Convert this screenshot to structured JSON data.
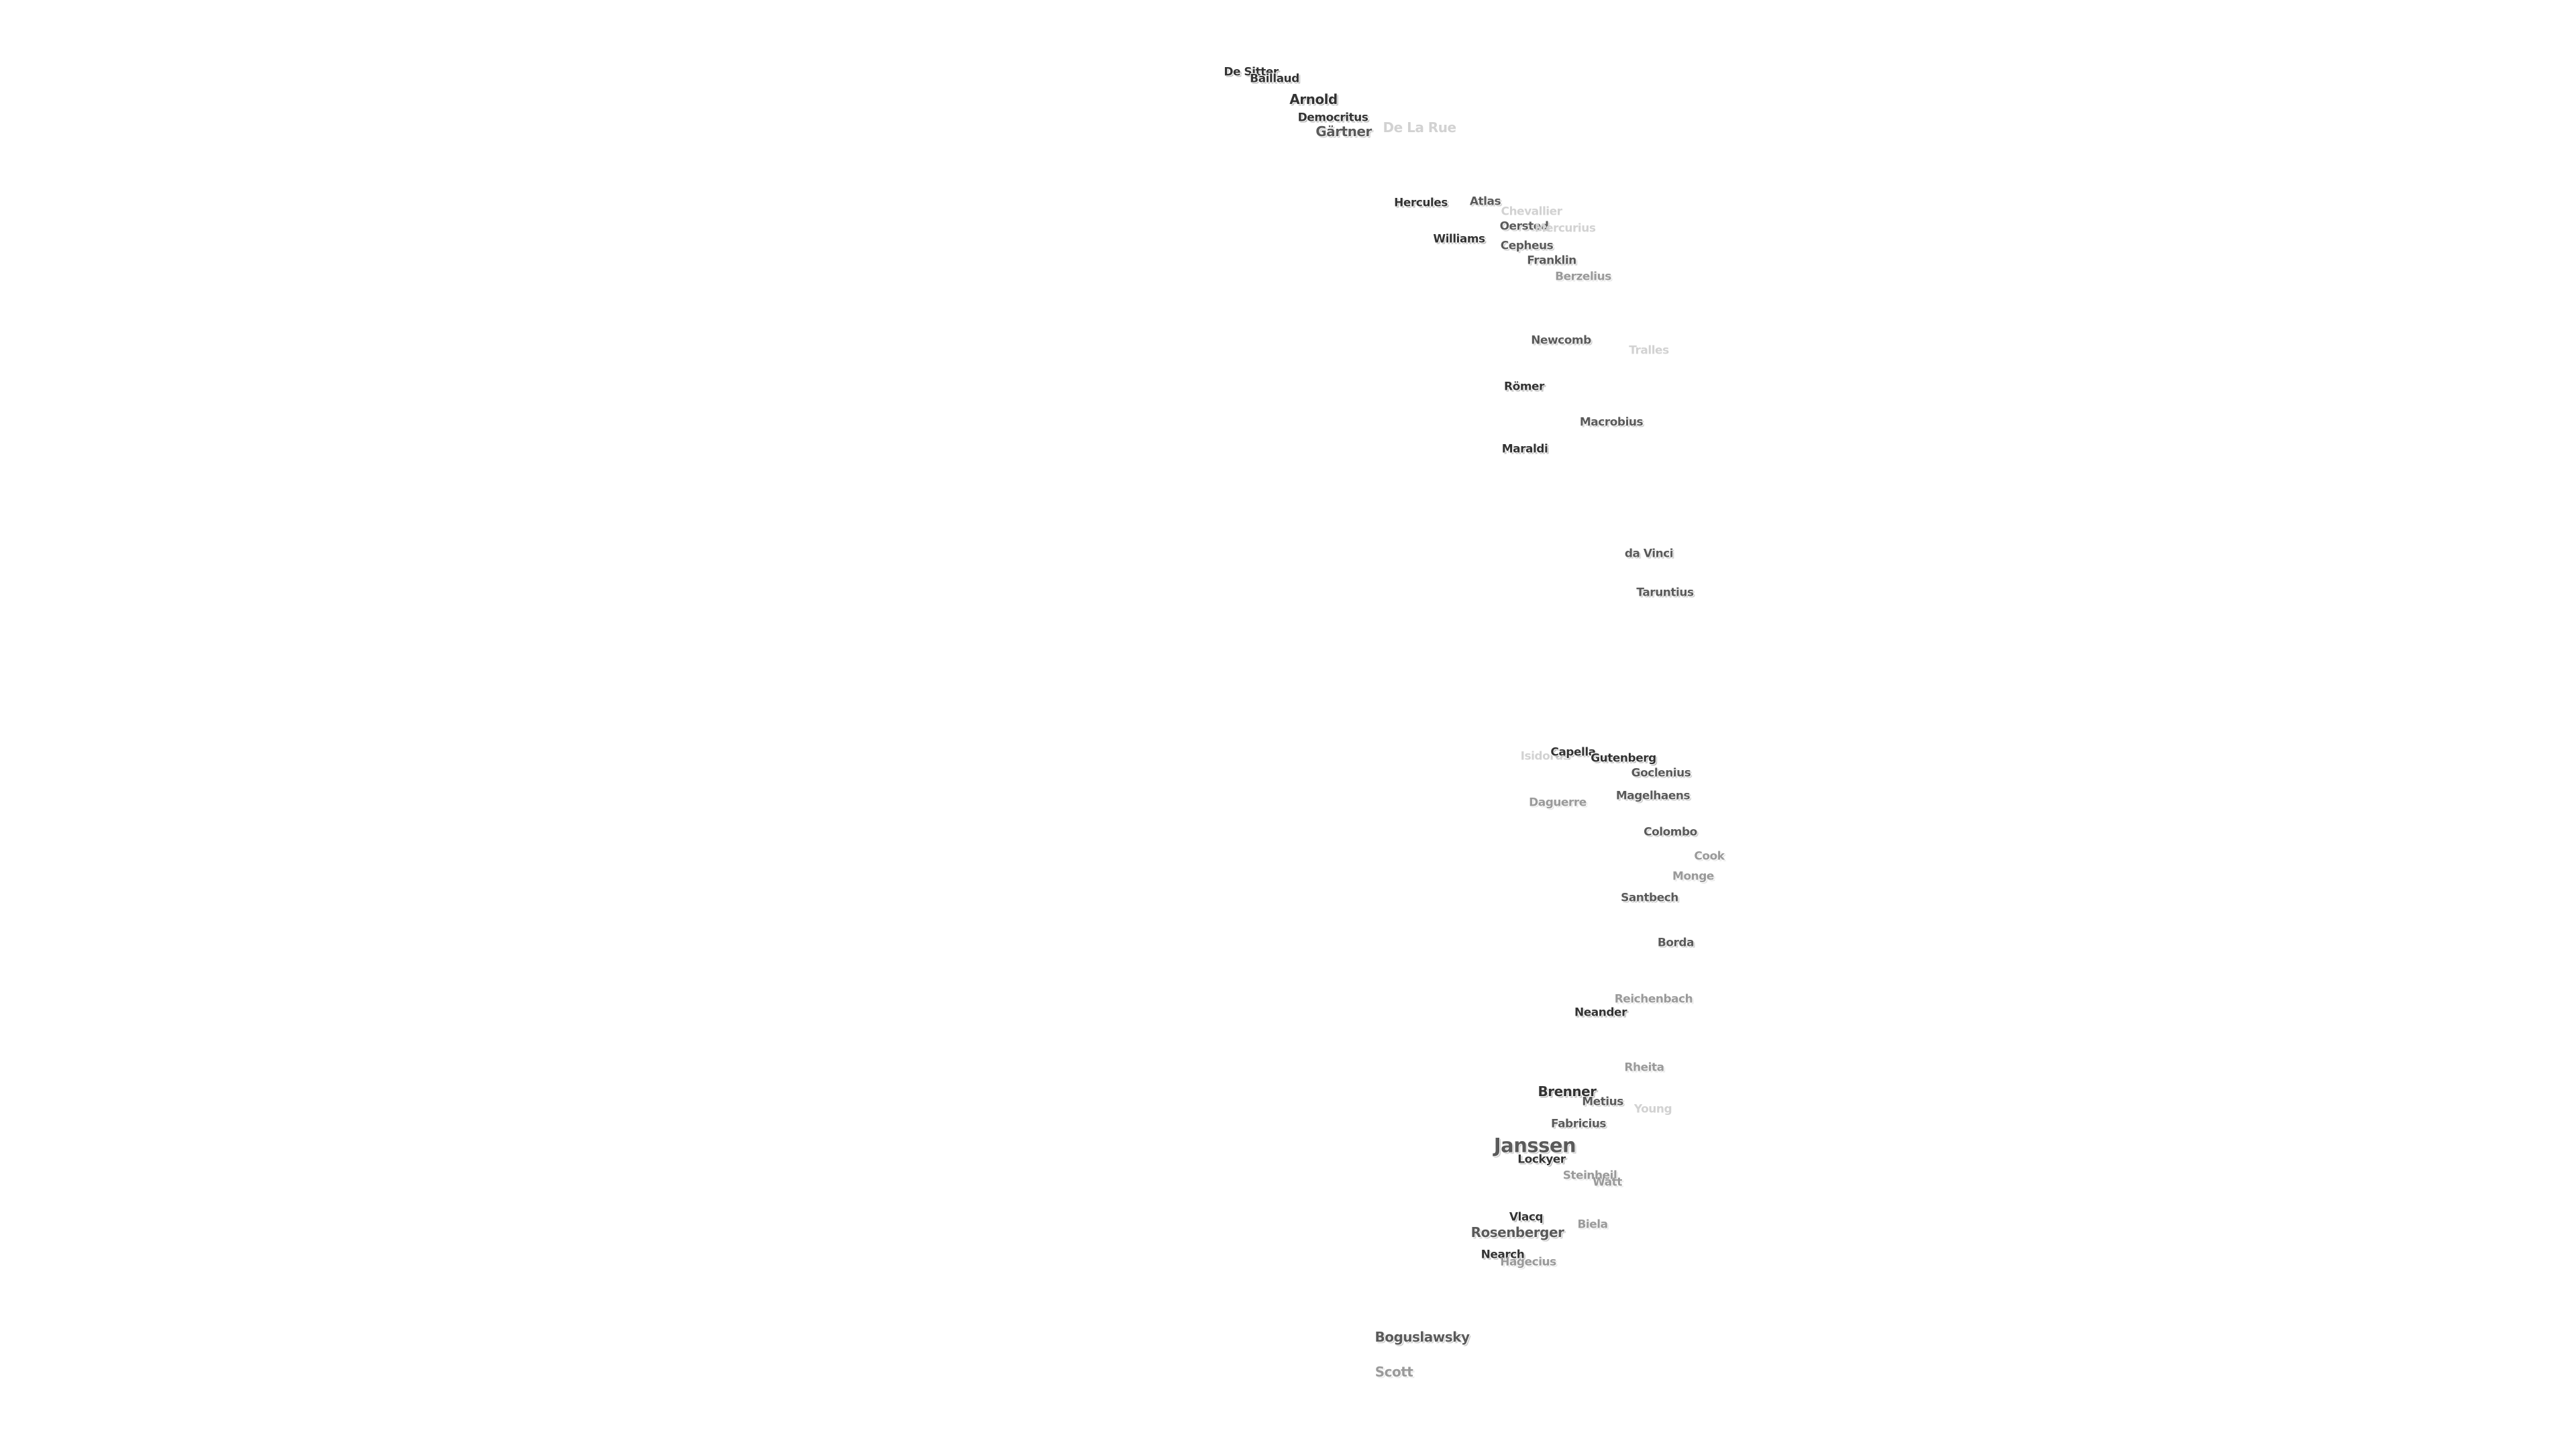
{
  "labels": [
    {
      "text": "De Sitter"
    },
    {
      "text": "Baillaud"
    },
    {
      "text": "Arnold"
    },
    {
      "text": "Democritus"
    },
    {
      "text": "Gärtner"
    },
    {
      "text": "De La Rue"
    },
    {
      "text": "Hercules"
    },
    {
      "text": "Atlas"
    },
    {
      "text": "Chevallier"
    },
    {
      "text": "Oersted"
    },
    {
      "text": "Mercurius"
    },
    {
      "text": "Williams"
    },
    {
      "text": "Cepheus"
    },
    {
      "text": "Franklin"
    },
    {
      "text": "Berzelius"
    },
    {
      "text": "Newcomb"
    },
    {
      "text": "Tralles"
    },
    {
      "text": "Römer"
    },
    {
      "text": "Macrobius"
    },
    {
      "text": "Maraldi"
    },
    {
      "text": "da Vinci"
    },
    {
      "text": "Taruntius"
    },
    {
      "text": "Isidorus"
    },
    {
      "text": "Capella"
    },
    {
      "text": "Gutenberg"
    },
    {
      "text": "Goclenius"
    },
    {
      "text": "Magelhaens"
    },
    {
      "text": "Daguerre"
    },
    {
      "text": "Colombo"
    },
    {
      "text": "Cook"
    },
    {
      "text": "Monge"
    },
    {
      "text": "Santbech"
    },
    {
      "text": "Borda"
    },
    {
      "text": "Reichenbach"
    },
    {
      "text": "Neander"
    },
    {
      "text": "Rheita"
    },
    {
      "text": "Brenner"
    },
    {
      "text": "Metius"
    },
    {
      "text": "Young"
    },
    {
      "text": "Fabricius"
    },
    {
      "text": "Janssen"
    },
    {
      "text": "Lockyer"
    },
    {
      "text": "Steinheil"
    },
    {
      "text": "Watt"
    },
    {
      "text": "Vlacq"
    },
    {
      "text": "Biela"
    },
    {
      "text": "Rosenberger"
    },
    {
      "text": "Nearch"
    },
    {
      "text": "Hagecius"
    },
    {
      "text": "Boguslawsky"
    },
    {
      "text": "Scott"
    }
  ]
}
